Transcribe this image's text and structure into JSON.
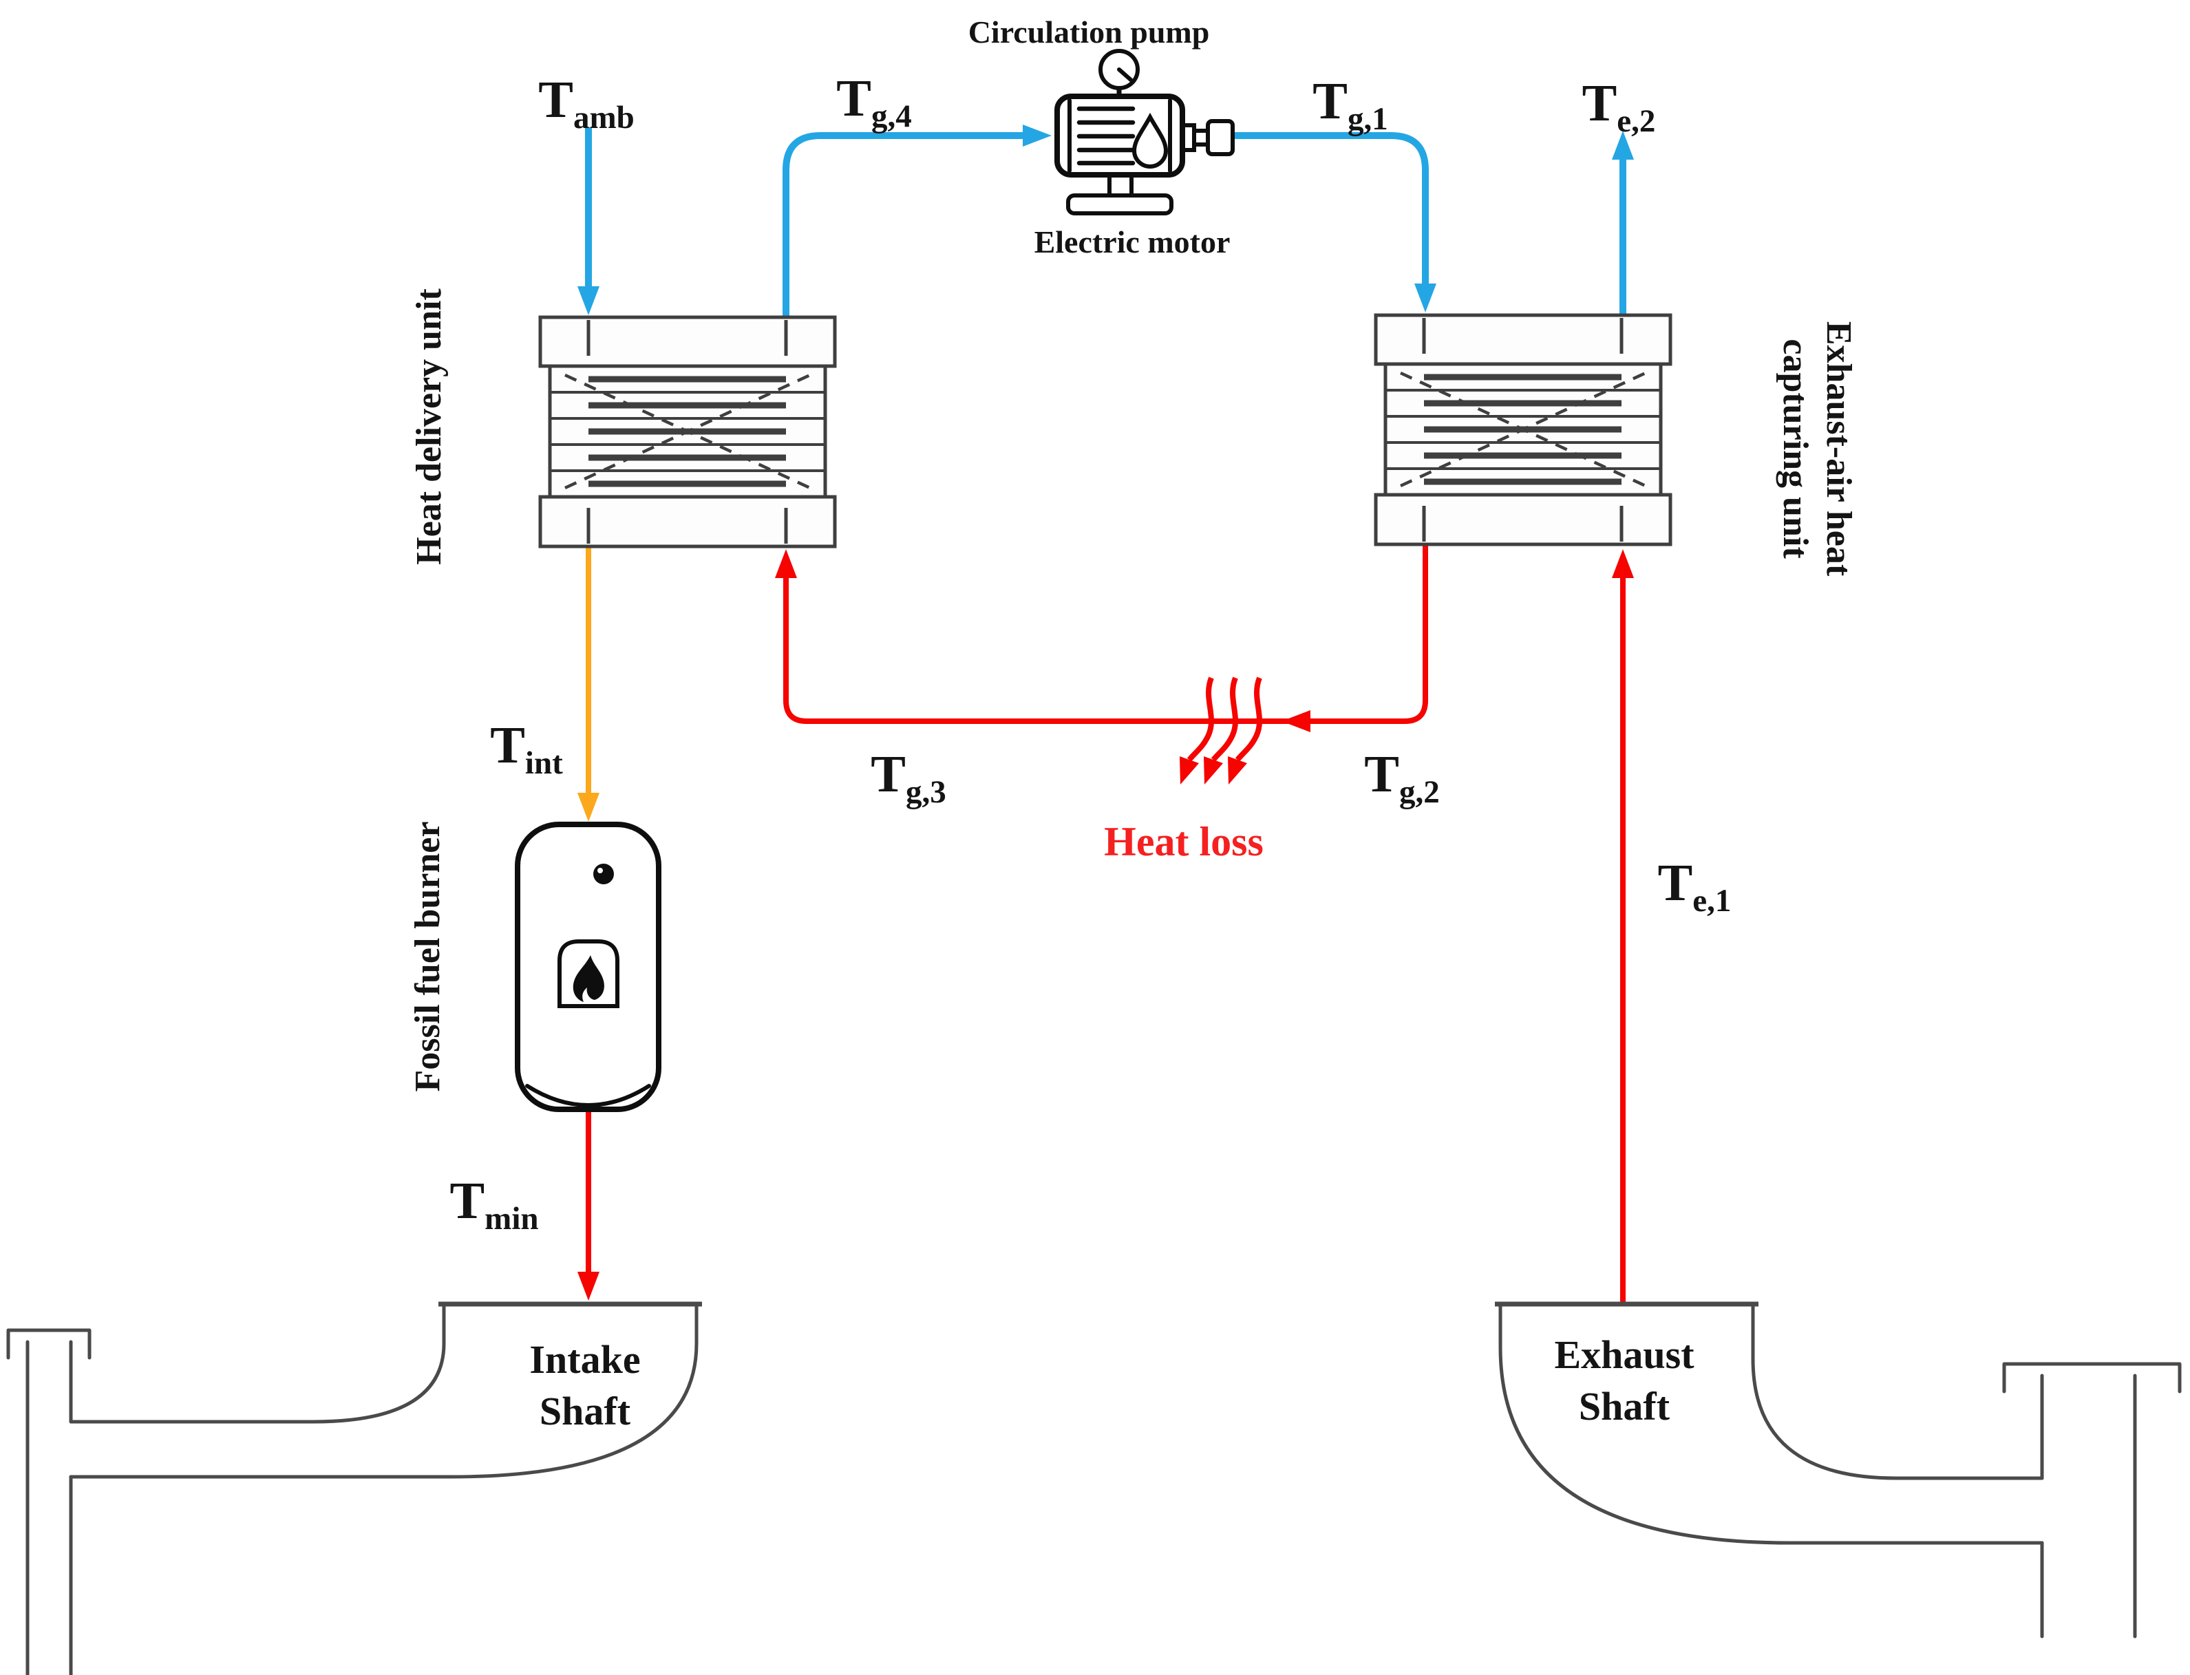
{
  "labels": {
    "circulation_pump": "Circulation pump",
    "electric_motor": "Electric motor",
    "heat_delivery_unit": "Heat delivery unit",
    "exhaust_air_line1": "Exhaust-air heat",
    "exhaust_air_line2": "capturing unit",
    "fossil_fuel_burner": "Fossil fuel burner",
    "heat_loss": "Heat loss",
    "intake_line1": "Intake",
    "intake_line2": "Shaft",
    "exhaust_line1": "Exhaust",
    "exhaust_line2": "Shaft"
  },
  "temps": {
    "t_amb": {
      "main": "T",
      "sub": "amb"
    },
    "t_g4": {
      "main": "T",
      "sub": "g,4"
    },
    "t_g1": {
      "main": "T",
      "sub": "g,1"
    },
    "t_e2": {
      "main": "T",
      "sub": "e,2"
    },
    "t_int": {
      "main": "T",
      "sub": "int"
    },
    "t_g3": {
      "main": "T",
      "sub": "g,3"
    },
    "t_g2": {
      "main": "T",
      "sub": "g,2"
    },
    "t_e1": {
      "main": "T",
      "sub": "e,1"
    },
    "t_min": {
      "main": "T",
      "sub": "min"
    }
  },
  "colors": {
    "supply_air_blue": "#24a6e4",
    "return_hot_red": "#f50400",
    "intermediate_orange": "#fba81c",
    "heat_loss_text_red": "#f52020",
    "structure_gray": "#4a4a4a",
    "icon_black": "#0e0e0e"
  }
}
